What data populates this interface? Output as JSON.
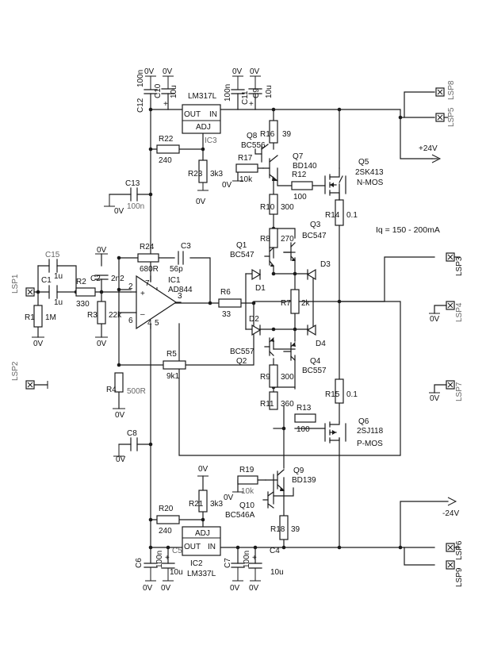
{
  "colors": {
    "ink": "#1a1a1a",
    "paper": "#ffffff",
    "faded": "#666666"
  },
  "ic": {
    "opamp": {
      "ref": "IC1",
      "part": "AD844",
      "pins": {
        "p7": "7",
        "p2": "2",
        "p3": "3",
        "p6": "6",
        "p4": "4",
        "p5": "5"
      }
    },
    "reg_pos": {
      "ref": "IC3",
      "part": "LM317L",
      "pin_out": "OUT",
      "pin_in": "IN",
      "pin_adj": "ADJ"
    },
    "reg_neg": {
      "ref": "IC2",
      "part": "LM337L",
      "pin_out": "OUT",
      "pin_in": "IN",
      "pin_adj": "ADJ"
    }
  },
  "resistors": [
    {
      "ref": "R1",
      "value": "1M"
    },
    {
      "ref": "R2",
      "value": "330"
    },
    {
      "ref": "R3",
      "value": "22k"
    },
    {
      "ref": "R4",
      "value": "500R"
    },
    {
      "ref": "R5",
      "value": "9k1"
    },
    {
      "ref": "R6",
      "value": "33"
    },
    {
      "ref": "R7",
      "value": "2k"
    },
    {
      "ref": "R8",
      "value": "270"
    },
    {
      "ref": "R9",
      "value": "300"
    },
    {
      "ref": "R10",
      "value": "300"
    },
    {
      "ref": "R11",
      "value": "360"
    },
    {
      "ref": "R12",
      "value": "100"
    },
    {
      "ref": "R13",
      "value": "100"
    },
    {
      "ref": "R14",
      "value": "0.1"
    },
    {
      "ref": "R15",
      "value": "0.1"
    },
    {
      "ref": "R16",
      "value": "39"
    },
    {
      "ref": "R17",
      "value": "10k"
    },
    {
      "ref": "R18",
      "value": "39"
    },
    {
      "ref": "R19",
      "value": "10k"
    },
    {
      "ref": "R20",
      "value": "240"
    },
    {
      "ref": "R21",
      "value": "3k3"
    },
    {
      "ref": "R22",
      "value": "240"
    },
    {
      "ref": "R23",
      "value": "3k3"
    },
    {
      "ref": "R24",
      "value": "680R"
    }
  ],
  "capacitors": [
    {
      "ref": "C1",
      "value": "1u"
    },
    {
      "ref": "C2",
      "value": "2n2"
    },
    {
      "ref": "C3",
      "value": "56p"
    },
    {
      "ref": "C4",
      "value": "10u"
    },
    {
      "ref": "C5",
      "value": "10u"
    },
    {
      "ref": "C6",
      "value": "100n"
    },
    {
      "ref": "C7",
      "value": "100n"
    },
    {
      "ref": "C8",
      "value": ""
    },
    {
      "ref": "C9",
      "value": "10u"
    },
    {
      "ref": "C10",
      "value": "10u"
    },
    {
      "ref": "C11",
      "value": "100n"
    },
    {
      "ref": "C12",
      "value": "100n"
    },
    {
      "ref": "C13",
      "value": "100n"
    },
    {
      "ref": "C15",
      "value": "1u"
    }
  ],
  "transistors": [
    {
      "ref": "Q1",
      "part": "BC547"
    },
    {
      "ref": "Q2",
      "part": "BC557"
    },
    {
      "ref": "Q3",
      "part": "BC547"
    },
    {
      "ref": "Q4",
      "part": "BC557"
    },
    {
      "ref": "Q5",
      "part": "2SK413",
      "type": "N-MOS"
    },
    {
      "ref": "Q6",
      "part": "2SJ118",
      "type": "P-MOS"
    },
    {
      "ref": "Q7",
      "part": "BD140"
    },
    {
      "ref": "Q8",
      "part": "BC556"
    },
    {
      "ref": "Q9",
      "part": "BD139"
    },
    {
      "ref": "Q10",
      "part": "BC546A"
    }
  ],
  "diodes": [
    "D1",
    "D2",
    "D3",
    "D4"
  ],
  "connectors": [
    "LSP1",
    "LSP2",
    "LSP3",
    "LSP4",
    "LSP5",
    "LSP6",
    "LSP7",
    "LSP8",
    "LSP9"
  ],
  "ground_label": "0V",
  "supplies": {
    "pos": "+24V",
    "neg": "-24V"
  },
  "polarity_plus": "+",
  "iq_note": "Iq = 150 - 200mA"
}
